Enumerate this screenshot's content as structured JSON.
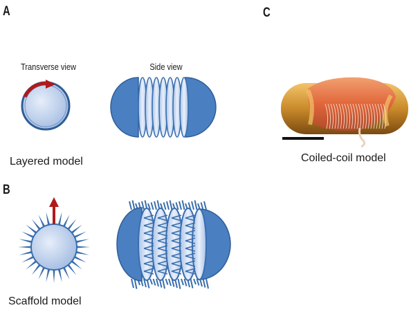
{
  "panels": {
    "a": {
      "letter": "A",
      "transverse_label": "Transverse view",
      "side_label": "Side view",
      "model_label": "Layered model"
    },
    "b": {
      "letter": "B",
      "model_label": "Scaffold model"
    },
    "c": {
      "letter": "C",
      "model_label": "Coiled-coil model"
    }
  },
  "colors": {
    "blue_dark": "#3a6eae",
    "blue_fill": "#4a7fc1",
    "blue_light": "#c9d9f0",
    "arrow_red": "#b01a1a",
    "gold": "#c9892a",
    "orange": "#e0703e",
    "scale_bar": "#111111"
  }
}
